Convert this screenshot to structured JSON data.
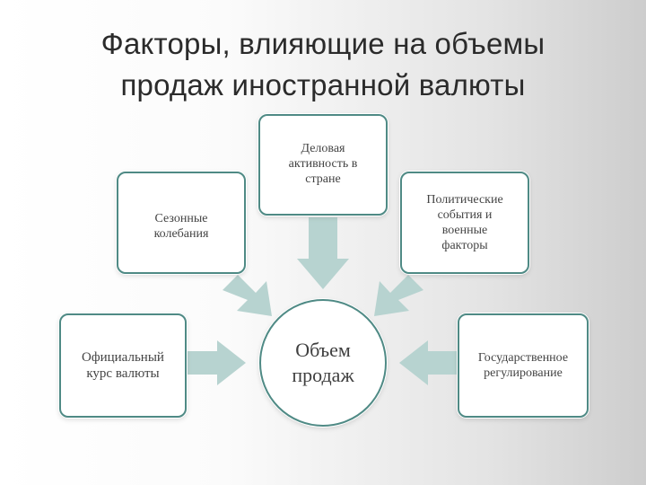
{
  "title": {
    "line1": "Факторы, влияющие на объемы",
    "line2": "продаж иностранной валюты"
  },
  "center": {
    "line1": "Объем",
    "line2": "продаж"
  },
  "factors": [
    {
      "lines": [
        "Деловая",
        "активность в",
        "стране"
      ]
    },
    {
      "lines": [
        "Сезонные",
        "колебания"
      ]
    },
    {
      "lines": [
        "Политические",
        "события и",
        "военные",
        "факторы"
      ]
    },
    {
      "lines": [
        "Официальный",
        "курс валюты"
      ]
    },
    {
      "lines": [
        "Государственное",
        "регулирование"
      ]
    }
  ],
  "colors": {
    "arrow": "#b7d3d0",
    "border": "#4f8a85"
  }
}
